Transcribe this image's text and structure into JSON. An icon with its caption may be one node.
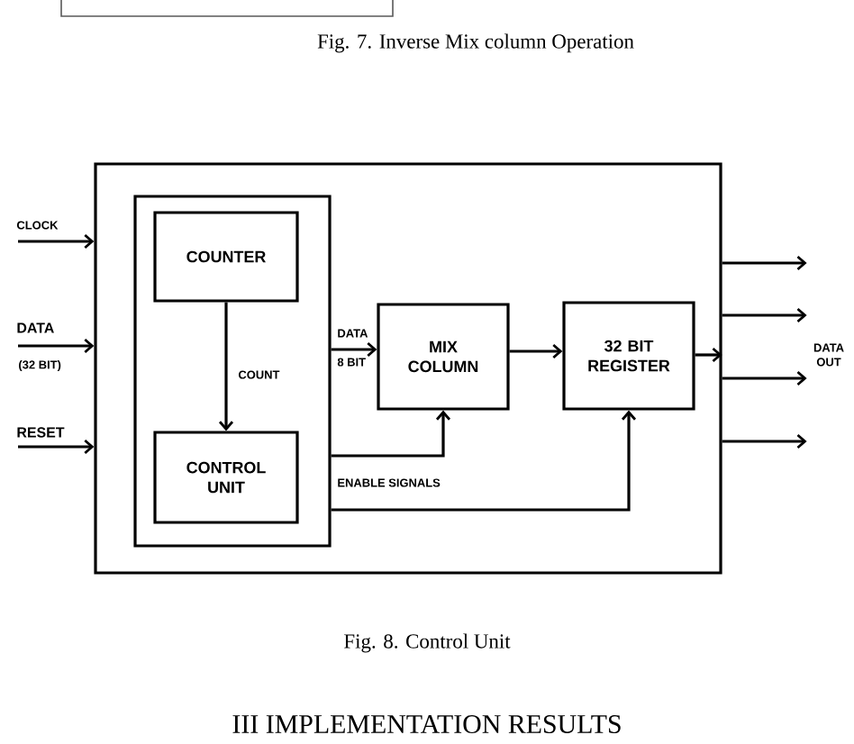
{
  "diagram": {
    "caption": "Fig. 8. Control Unit",
    "nodes": [
      {
        "text": [],
        "shape": "box"
      },
      {
        "text": [],
        "shape": "box",
        "in": 0
      },
      {
        "text": [
          "COUNTER"
        ],
        "in": 1
      },
      {
        "text": [
          "CONTROL UNIT"
        ],
        "in": 1
      },
      {
        "text": [
          "MIX COLUMN"
        ],
        "in": 0
      },
      {
        "text": [
          "32 BIT REGISTER"
        ],
        "in": 0
      },
      {
        "text": [
          "DATA OUT"
        ]
      }
    ],
    "edges": [
      {
        "from": null,
        "to": 0,
        "arrow": "to",
        "label": "CLOCK"
      },
      {
        "from": null,
        "to": 0,
        "arrow": "to",
        "label": "DATA"
      },
      {
        "from": null,
        "to": 0,
        "arrow": "to",
        "label": "RESET"
      },
      {
        "from": 2,
        "to": 3,
        "arrow": "to",
        "label": "COUNT"
      },
      {
        "from": 1,
        "to": 4,
        "arrow": "to",
        "label": "DATA"
      },
      {
        "from": 1,
        "to": 4,
        "arrow": "to"
      },
      {
        "from": 1,
        "to": 5,
        "arrow": "to"
      },
      {
        "from": 4,
        "to": 5,
        "arrow": "to"
      },
      {
        "from": 5,
        "to": 0,
        "arrow": "to"
      },
      {
        "from": 0,
        "to": 6,
        "arrow": "to"
      },
      {
        "from": 0,
        "to": 6,
        "arrow": "to"
      },
      {
        "from": 0,
        "to": 6,
        "arrow": "to"
      },
      {
        "from": 0,
        "to": 6,
        "arrow": "to"
      }
    ],
    "labels": [
      "Fig. 7. Inverse Mix column Operation",
      "(32 BIT)",
      "8 BIT",
      "ENABLE SIGNALS",
      "III IMPLEMENTATION RESULTS"
    ]
  }
}
